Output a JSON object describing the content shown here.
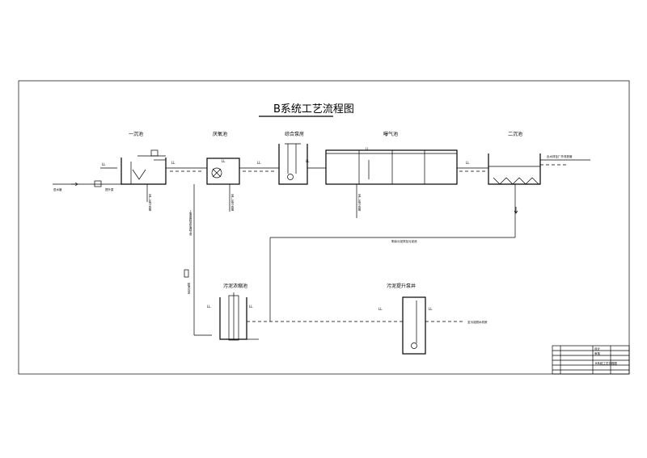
{
  "title": "B系统工艺流程图",
  "units": {
    "primary_tank": "一沉池",
    "anoxic_tank": "厌氧池",
    "mixing_room": "综合泵房",
    "aeration_tank": "曝气池",
    "secondary_tank": "二沉池",
    "sludge_thickener": "污泥浓缩池",
    "sludge_lift_well": "污泥提升泵井"
  },
  "small_labels": {
    "inlet": "进水管",
    "lift": "提升泵",
    "drain1": "至厂区污水管",
    "drain2": "至厂区污水管",
    "drain3": "至厂区污水管",
    "return_sludge": "回流污泥",
    "reflux_note": "剩余污泥排至污泥池",
    "supernatant": "上清液回流至调节池",
    "outlet": "至污泥脱水机房",
    "effluent": "出水排至厂外排放管",
    "level_label": "LL"
  },
  "title_block": {
    "rows": [
      "设计",
      "审核",
      "",
      "",
      "",
      ""
    ],
    "name": "B系统工艺流程图"
  }
}
